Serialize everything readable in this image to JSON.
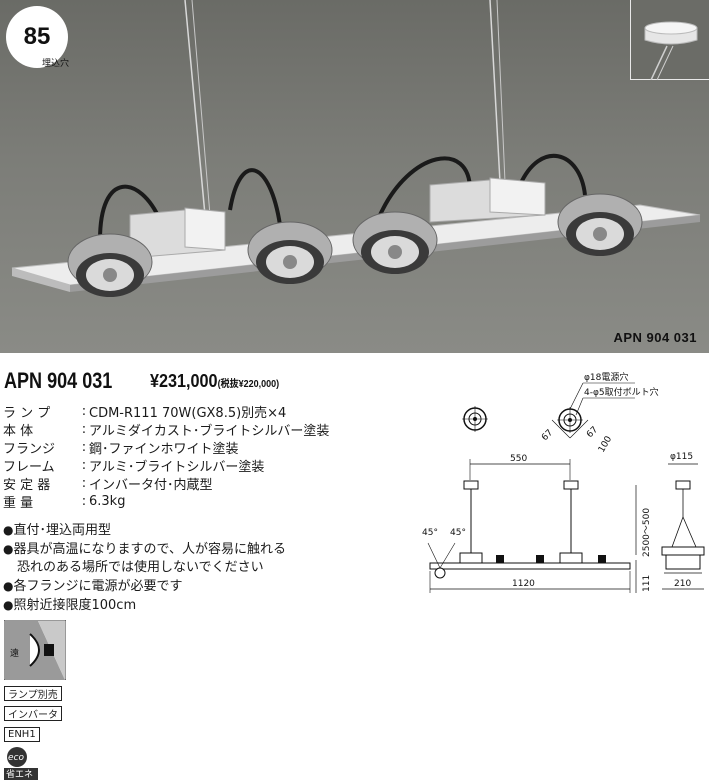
{
  "photo": {
    "badge_number": "85",
    "badge_caption": "埋込穴",
    "model_caption": "APN 904 031"
  },
  "header": {
    "model": "APN 904 031",
    "price": "¥231,000",
    "price_tax_note": "(税抜¥220,000)"
  },
  "specs": [
    {
      "label": "ラ ン プ",
      "value": "CDM-R111 70W(GX8.5)別売×4"
    },
    {
      "label": "本 体",
      "value": "アルミダイカスト･ブライトシルバー塗装"
    },
    {
      "label": "フランジ",
      "value": "鋼･ファインホワイト塗装"
    },
    {
      "label": "フレーム",
      "value": "アルミ･ブライトシルバー塗装"
    },
    {
      "label": "安 定 器",
      "value": "インバータ付･内蔵型"
    },
    {
      "label": "重 量",
      "value": "6.3kg"
    }
  ],
  "notes": [
    {
      "text": "直付･埋込両用型",
      "bullet": true
    },
    {
      "text": "器具が高温になりますので、人が容易に触れる",
      "bullet": true
    },
    {
      "text": "恐れのある場所では使用しないでください",
      "bullet": false
    },
    {
      "text": "各フランジに電源が必要です",
      "bullet": true
    },
    {
      "text": "照射近接限度100cm",
      "bullet": true
    }
  ],
  "tags": {
    "lamp_sold_separately": "ランプ別売",
    "inverter": "インバータ",
    "enh": "ENH1",
    "eco_top": "eco",
    "eco_bottom": "省エネ",
    "beam_label": "遠"
  },
  "diagram": {
    "hole_label": "φ18電源穴",
    "bolt_label": "4-φ5取付ボルト穴",
    "d67a": "67",
    "d67b": "67",
    "d100": "100",
    "d550": "550",
    "d2500": "2500～500",
    "d45a": "45°",
    "d45b": "45°",
    "d1120": "1120",
    "d111": "111",
    "d115": "φ115",
    "d210": "210"
  },
  "colors": {
    "photo_bg": "#7c7d78",
    "text": "#1a1a1a"
  }
}
